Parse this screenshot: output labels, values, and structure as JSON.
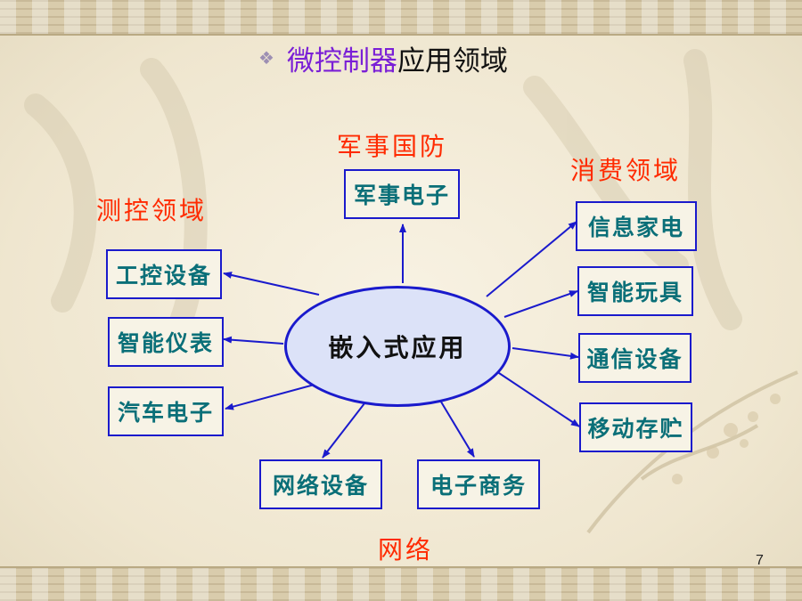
{
  "title": {
    "bullet": "❖",
    "highlight": "微控制器",
    "rest": "应用领域"
  },
  "categories": {
    "military": "军事国防",
    "measurement": "测控领域",
    "consumer": "消费领域",
    "network": "网络"
  },
  "center": "嵌入式应用",
  "nodes": {
    "military_electronics": "军事电子",
    "industrial_control": "工控设备",
    "smart_instruments": "智能仪表",
    "auto_electronics": "汽车电子",
    "network_equipment": "网络设备",
    "ecommerce": "电子商务",
    "home_appliances": "信息家电",
    "smart_toys": "智能玩具",
    "communication_equipment": "通信设备",
    "mobile_storage": "移动存贮"
  },
  "page_number": "7",
  "colors": {
    "highlight_purple": "#7a1fd6",
    "category_red": "#ff2a00",
    "box_border_blue": "#1a1acc",
    "box_text_teal": "#0a6f78",
    "ellipse_fill": "#dce2f8"
  }
}
